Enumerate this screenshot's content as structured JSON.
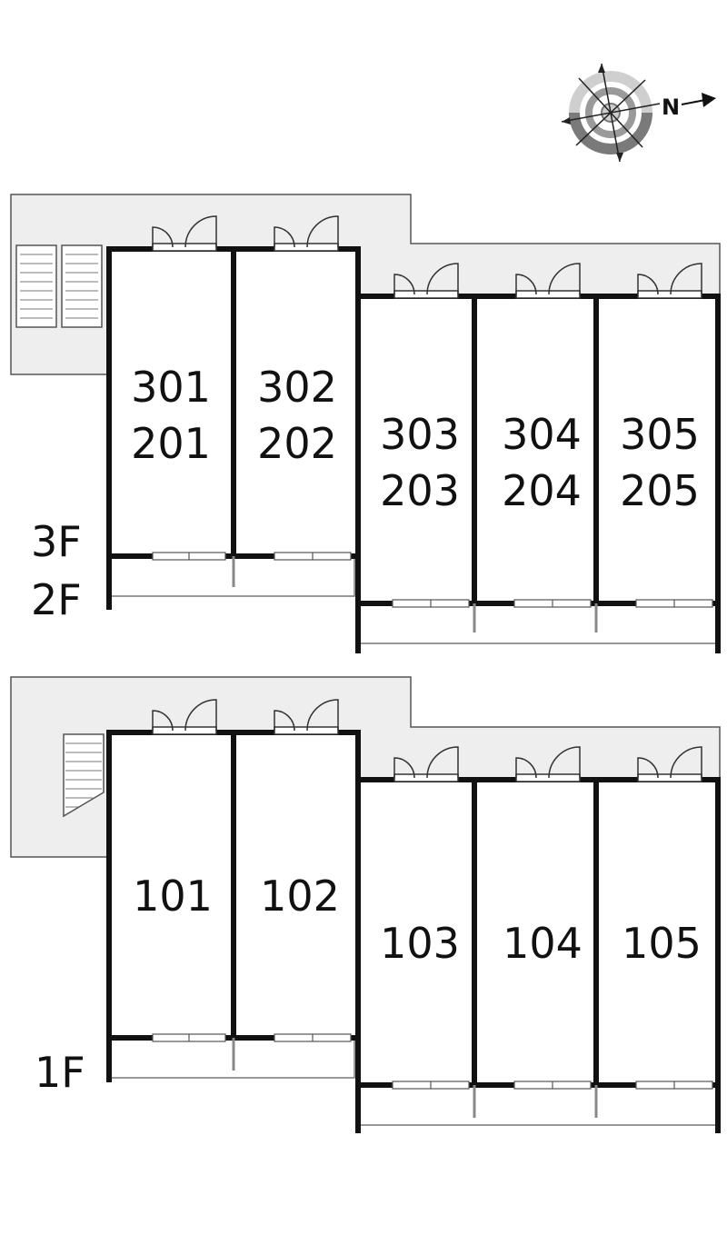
{
  "compass": {
    "north_label": "N",
    "icon": "compass-rose-icon"
  },
  "upper_block": {
    "floor_labels": [
      "3F",
      "2F"
    ],
    "units": [
      {
        "top": "301",
        "bottom": "201"
      },
      {
        "top": "302",
        "bottom": "202"
      },
      {
        "top": "303",
        "bottom": "203"
      },
      {
        "top": "304",
        "bottom": "204"
      },
      {
        "top": "305",
        "bottom": "205"
      }
    ]
  },
  "lower_block": {
    "floor_labels": [
      "1F"
    ],
    "units": [
      {
        "label": "101"
      },
      {
        "label": "102"
      },
      {
        "label": "103"
      },
      {
        "label": "104"
      },
      {
        "label": "105"
      }
    ]
  },
  "colors": {
    "corridor": "#eeeeee",
    "wall": "#111111",
    "line": "#555555"
  }
}
